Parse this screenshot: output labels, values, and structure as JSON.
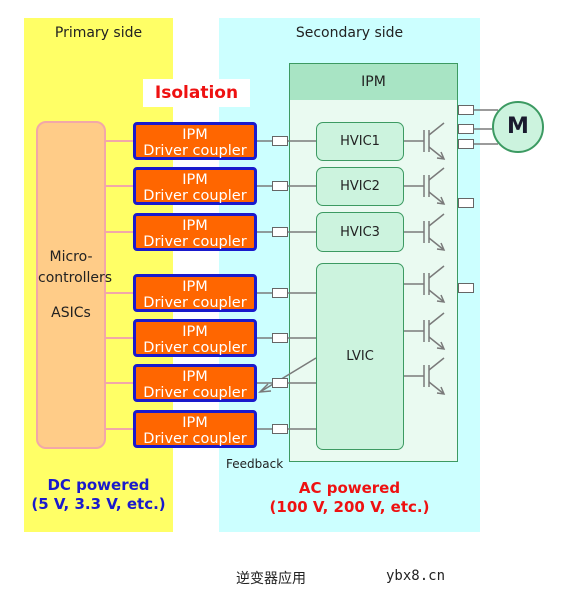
{
  "regions": {
    "primary_label": "Primary side",
    "secondary_label": "Secondary side",
    "isolation_label": "Isolation"
  },
  "mcu": {
    "line1": "Micro-",
    "line2": "controllers",
    "line3": "ASICs"
  },
  "couplers": [
    {
      "line1": "IPM",
      "line2": "Driver coupler"
    },
    {
      "line1": "IPM",
      "line2": "Driver coupler"
    },
    {
      "line1": "IPM",
      "line2": "Driver coupler"
    },
    {
      "line1": "IPM",
      "line2": "Driver coupler"
    },
    {
      "line1": "IPM",
      "line2": "Driver coupler"
    },
    {
      "line1": "IPM",
      "line2": "Driver coupler"
    },
    {
      "line1": "IPM",
      "line2": "Driver coupler"
    }
  ],
  "ipm": {
    "title": "IPM",
    "hvic1": "HVIC1",
    "hvic2": "HVIC2",
    "hvic3": "HVIC3",
    "lvic": "LVIC"
  },
  "motor": {
    "label": "M"
  },
  "feedback_label": "Feedback",
  "primary_power": {
    "line1": "DC powered",
    "line2": "(5 V, 3.3 V, etc.)"
  },
  "secondary_power": {
    "line1": "AC powered",
    "line2": "(100 V, 200 V, etc.)"
  },
  "caption": "逆变器应用",
  "watermark": "ybx8.cn",
  "colors": {
    "primary_bg": "#ffff66",
    "secondary_bg": "#ccffff",
    "coupler_fill": "#ff6600",
    "coupler_border": "#1a1acc",
    "ipm_fill": "#eafaf1",
    "ipm_header": "#a8e4c4",
    "dc_text": "#1a1acc",
    "ac_text": "#ee1111"
  }
}
